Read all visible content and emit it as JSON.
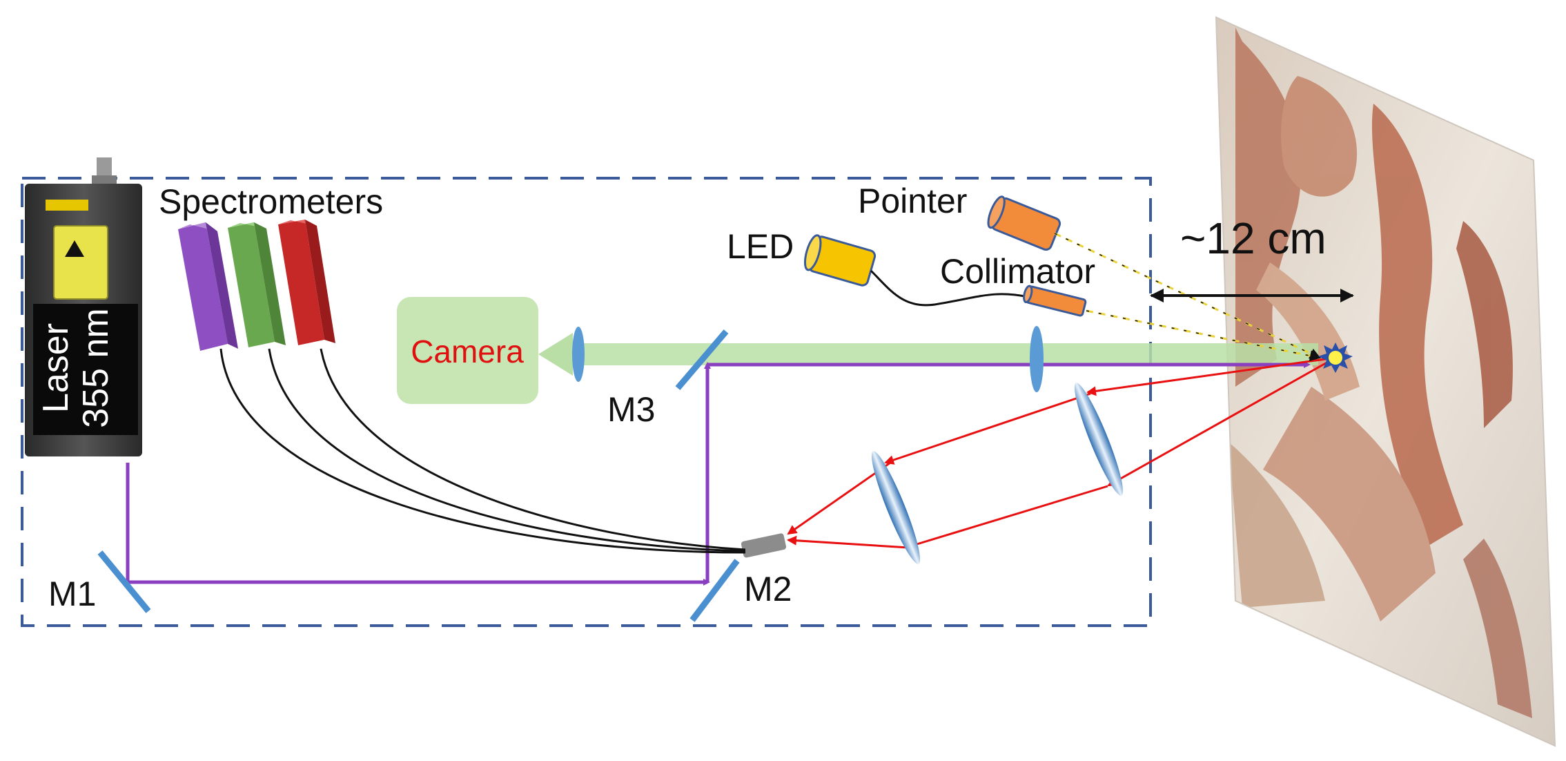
{
  "labels": {
    "spectrometers": "Spectrometers",
    "pointer": "Pointer",
    "led": "LED",
    "collimator": "Collimator",
    "distance": "~12 cm",
    "camera": "Camera",
    "laser_line1": "Laser",
    "laser_line2": "355 nm",
    "m1": "M1",
    "m2": "M2",
    "m3": "M3"
  },
  "colors": {
    "enclosure_dash": "#3a5a9a",
    "uv_beam": "#8a3fc0",
    "return_rays": "#e81010",
    "camera_path": "#b9dfa6",
    "mirror": "#4a90d0",
    "lens": "#5b9bd5",
    "pointer_body": "#f28c3a",
    "led_body": "#f6c400",
    "spectrometer_purple": "#8d4fc2",
    "spectrometer_green": "#6aa84f",
    "spectrometer_red": "#c62828",
    "camera_box": "#c7e6b4",
    "camera_text": "#e01010"
  },
  "icons": {
    "laser": "laser-head-icon",
    "sample": "wall-painting-fresco"
  }
}
